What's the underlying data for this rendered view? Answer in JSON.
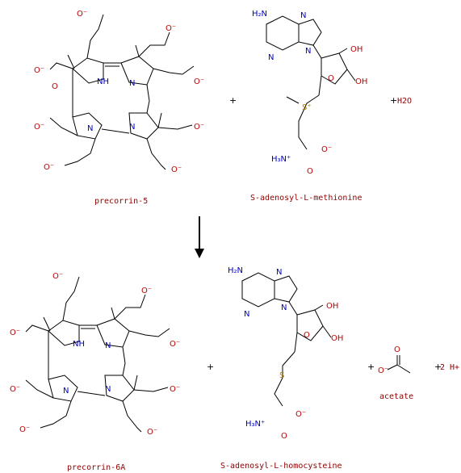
{
  "reaction": {
    "reactants": [
      {
        "id": "precorrin5",
        "name": "precorrin-5"
      },
      {
        "id": "sam",
        "name": "S-adenosyl-L-methionine"
      },
      {
        "id": "water",
        "name": "H2O"
      }
    ],
    "products": [
      {
        "id": "precorrin6a",
        "name": "precorrin-6A"
      },
      {
        "id": "sah",
        "name": "S-adenosyl-L-homocysteine"
      },
      {
        "id": "acetate",
        "name": "acetate"
      },
      {
        "id": "proton",
        "name": "2 H+"
      }
    ],
    "plus_sign": "+"
  },
  "colors": {
    "oxygen": "#c00000",
    "nitrogen": "#0000c0",
    "sulfur": "#b08000",
    "label": "#900000"
  }
}
